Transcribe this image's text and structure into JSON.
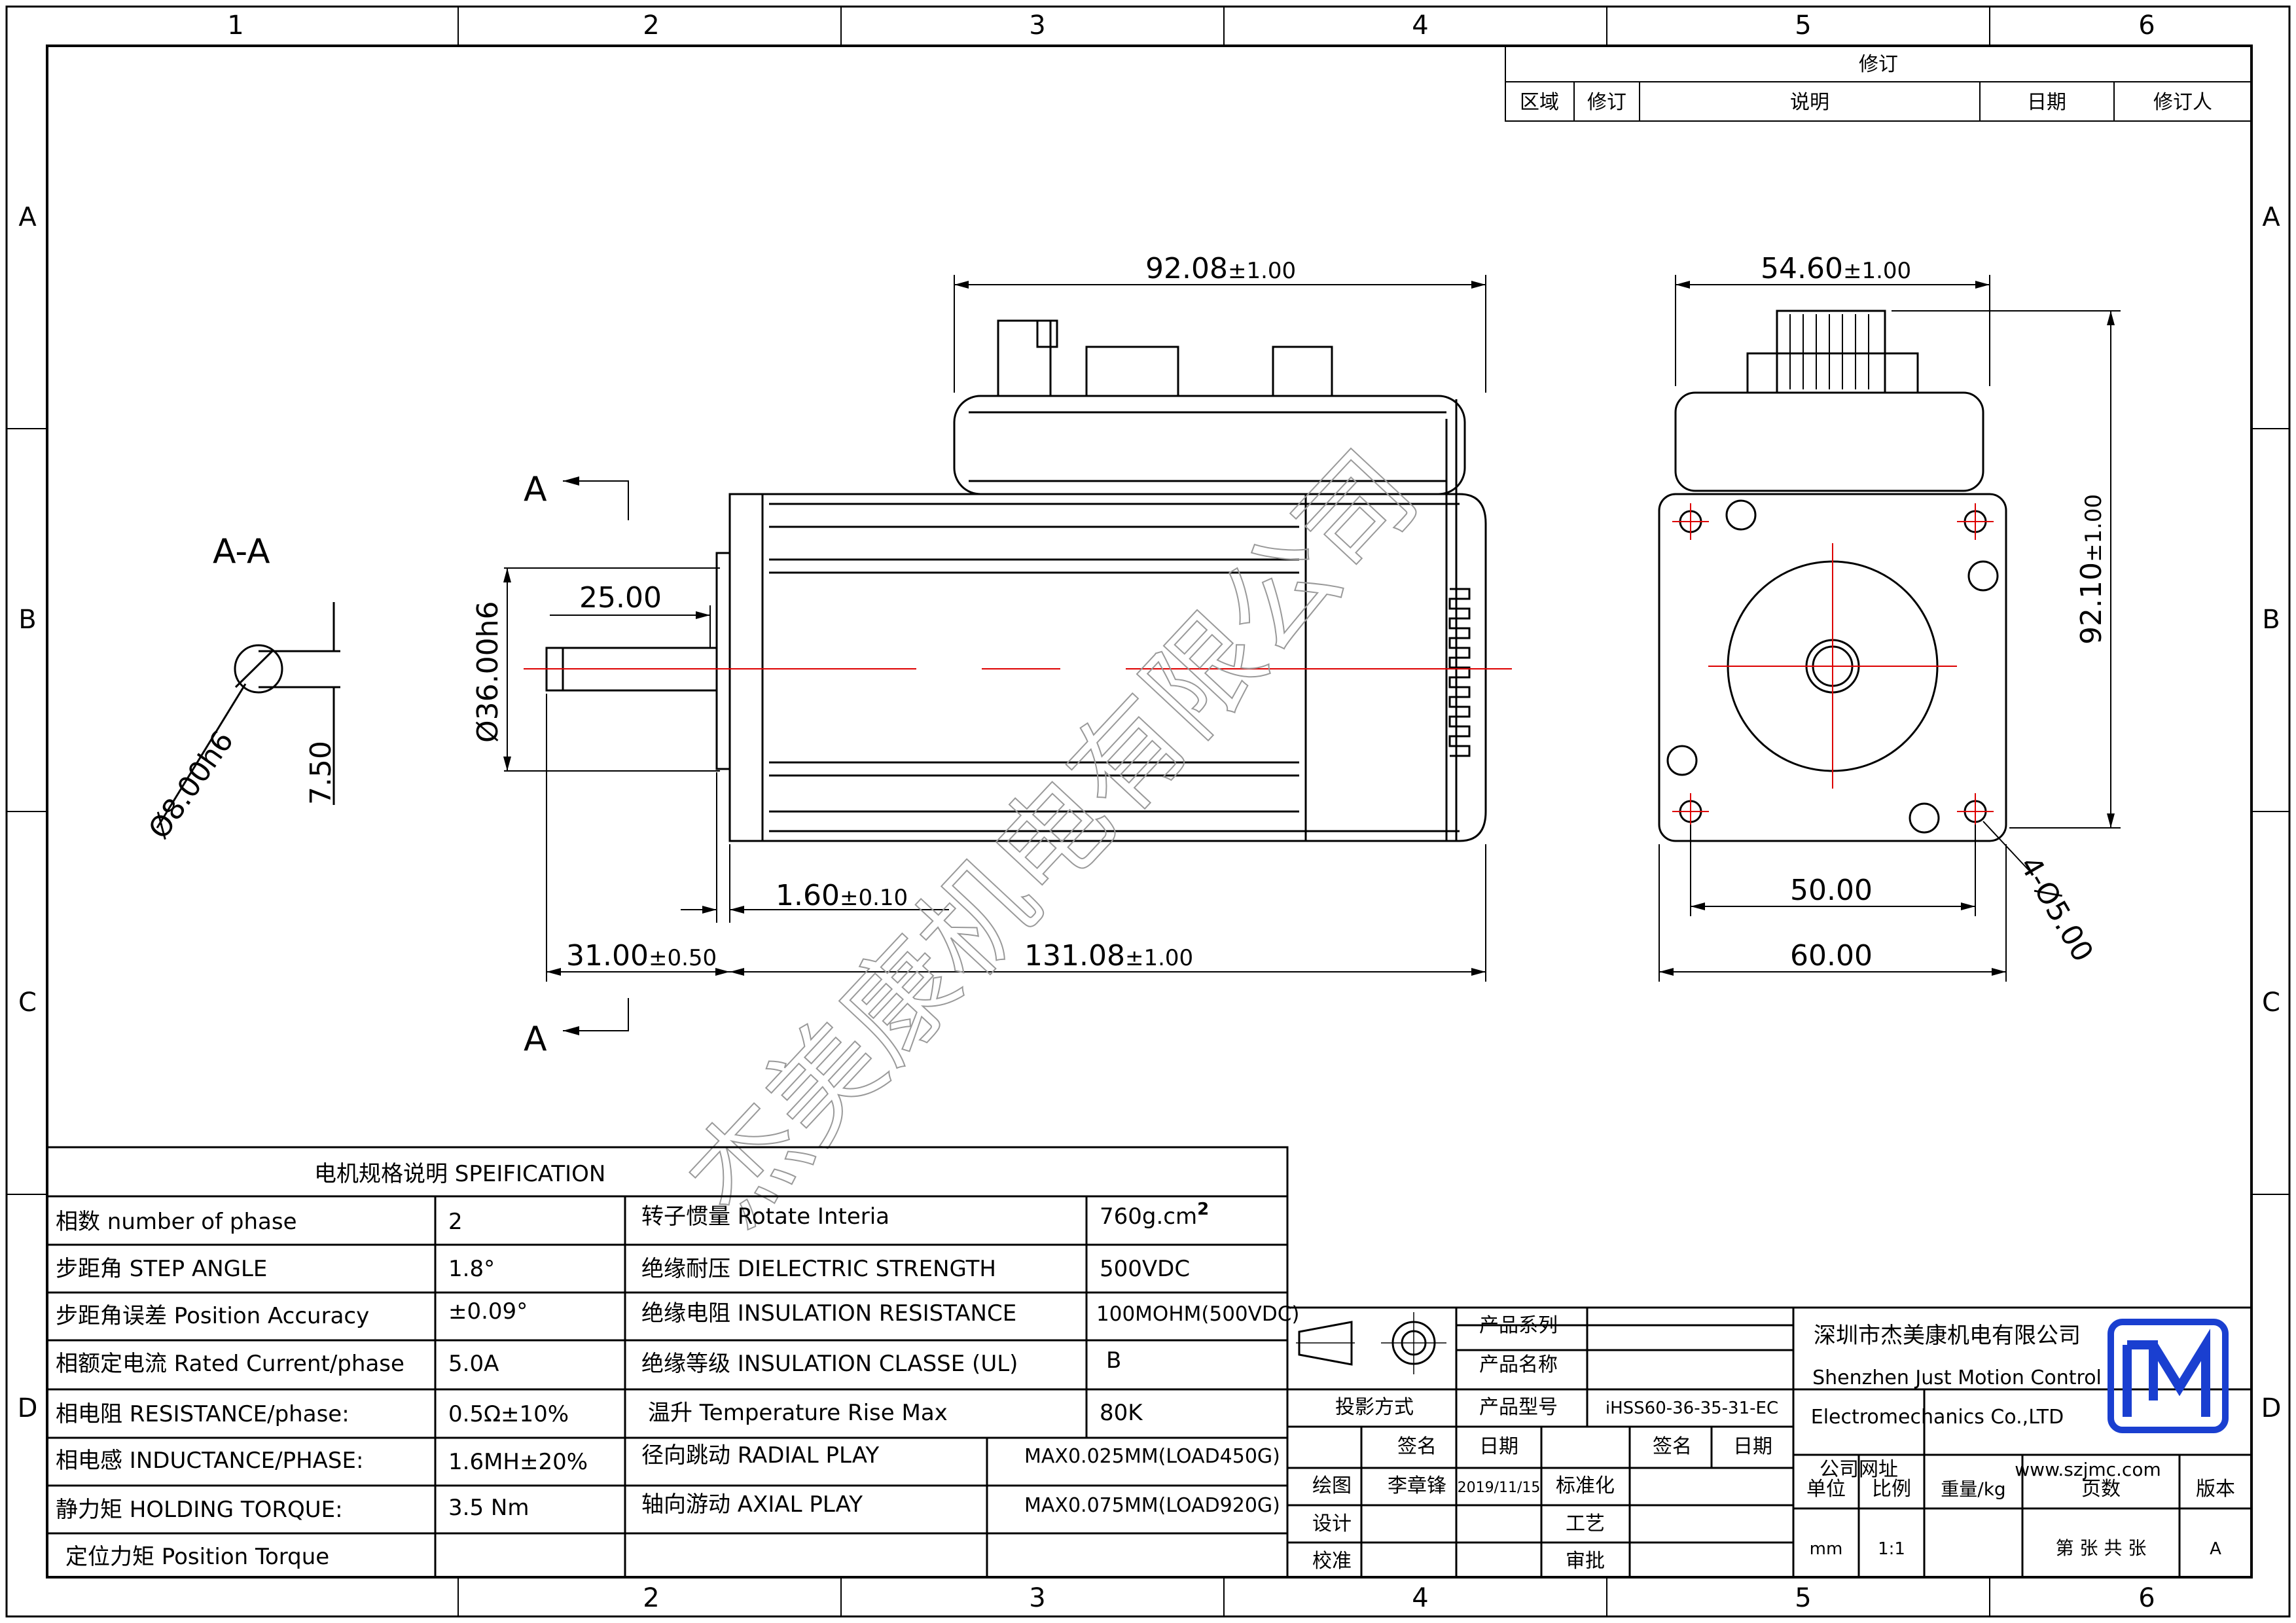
{
  "border": {
    "cols": [
      "1",
      "2",
      "3",
      "4",
      "5",
      "6"
    ],
    "rows": [
      "A",
      "B",
      "C",
      "D"
    ]
  },
  "revision": {
    "title": "修订",
    "headers": [
      "区域",
      "修订",
      "说明",
      "日期",
      "修订人"
    ]
  },
  "dims": {
    "top_len": "92.08",
    "top_len_tol": "±1.00",
    "width": "54.60",
    "width_tol": "±1.00",
    "height": "92.10",
    "height_tol": "±1.00",
    "shaft_len": "25.00",
    "shaft_dia": "Ø36.00h6",
    "flange": "1.60",
    "flange_tol": "±0.10",
    "shaft_total": "31.00",
    "shaft_total_tol": "±0.50",
    "body_len": "131.08",
    "body_len_tol": "±1.00",
    "hole_pitch": "50.00",
    "frame": "60.00",
    "holes": "4-Ø5.00",
    "section_title": "A-A",
    "section_dia": "Ø8.00h6",
    "section_flat": "7.50",
    "section_mark": "A"
  },
  "watermark": "杰美康机电有限公司",
  "spec": {
    "title": "电机规格说明 SPEIFICATION",
    "rows": [
      {
        "l1": "相数 number of phase",
        "v1": "2",
        "l2": "转子惯量 Rotate Interia",
        "v2": "760g.cm",
        "v2sup": "2"
      },
      {
        "l1": "步距角 STEP ANGLE",
        "v1": "1.8°",
        "l2": "绝缘耐压 DIELECTRIC STRENGTH",
        "v2": "500VDC",
        "v2sup": ""
      },
      {
        "l1": "步距角误差 Position Accuracy",
        "v1": "±0.09°",
        "l2": "绝缘电阻 INSULATION RESISTANCE",
        "v2": "100MOHM(500VDC)",
        "v2sup": ""
      },
      {
        "l1": "相额定电流 Rated Current/phase",
        "v1": "5.0A",
        "l2": "绝缘等级 INSULATION CLASSE (UL)",
        "v2": "B",
        "v2sup": ""
      },
      {
        "l1": "相电阻 RESISTANCE/phase:",
        "v1": "0.5Ω±10%",
        "l2": "温升 Temperature Rise Max",
        "v2": "80K",
        "v2sup": ""
      },
      {
        "l1": "相电感 INDUCTANCE/PHASE:",
        "v1": "1.6MH±20%",
        "l2": "径向跳动 RADIAL PLAY",
        "v2": "MAX0.025MM(LOAD450G)",
        "v2sup": ""
      },
      {
        "l1": "静力矩 HOLDING TORQUE:",
        "v1": "3.5 Nm",
        "l2": "轴向游动 AXIAL PLAY",
        "v2": "MAX0.075MM(LOAD920G)",
        "v2sup": ""
      },
      {
        "l1": "定位力矩 Position Torque",
        "v1": "",
        "l2": "",
        "v2": "",
        "v2sup": ""
      }
    ]
  },
  "title_block": {
    "series_label": "产品系列",
    "name_label": "产品名称",
    "model_label": "产品型号",
    "model_value": "iHSS60-36-35-31-EC",
    "projection_label": "投影方式",
    "sign_label": "签名",
    "date_label": "日期",
    "draw_label": "绘图",
    "drawer": "李章锋",
    "draw_date": "2019/11/15",
    "std_label": "标准化",
    "design_label": "设计",
    "process_label": "工艺",
    "check_label": "校准",
    "approve_label": "审批",
    "company_cn": "深圳市杰美康机电有限公司",
    "company_en1": "Shenzhen Just Motion Control",
    "company_en2": "Electromechanics Co.,LTD",
    "website_label": "公司网址",
    "website": "www.szjmc.com",
    "unit_label": "单位",
    "scale_label": "比例",
    "weight_label": "重量/kg",
    "pages_label": "页数",
    "version_label": "版本",
    "unit": "mm",
    "scale": "1:1",
    "pages": "第 张 共 张",
    "version": "A",
    "logo_color": "#1a3fd0"
  }
}
